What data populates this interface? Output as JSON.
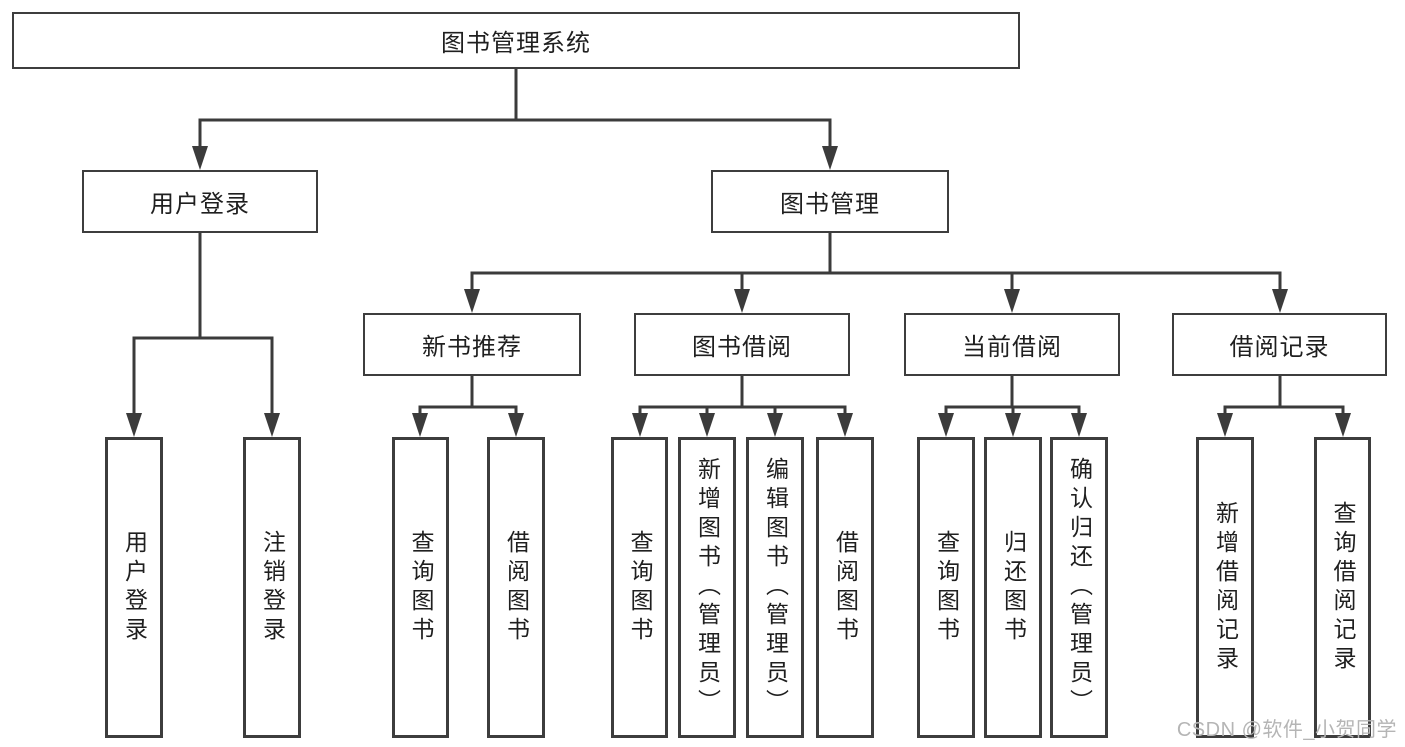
{
  "tree": {
    "label": "图书管理系统",
    "children": [
      {
        "label": "用户登录",
        "children": [
          {
            "label": "用户登录"
          },
          {
            "label": "注销登录"
          }
        ]
      },
      {
        "label": "图书管理",
        "children": [
          {
            "label": "新书推荐",
            "children": [
              {
                "label": "查询图书"
              },
              {
                "label": "借阅图书"
              }
            ]
          },
          {
            "label": "图书借阅",
            "children": [
              {
                "label": "查询图书"
              },
              {
                "label": "新增图书（管理员）"
              },
              {
                "label": "编辑图书（管理员）"
              },
              {
                "label": "借阅图书"
              }
            ]
          },
          {
            "label": "当前借阅",
            "children": [
              {
                "label": "查询图书"
              },
              {
                "label": "归还图书"
              },
              {
                "label": "确认归还（管理员）"
              }
            ]
          },
          {
            "label": "借阅记录",
            "children": [
              {
                "label": "新增借阅记录"
              },
              {
                "label": "查询借阅记录"
              }
            ]
          }
        ]
      }
    ]
  },
  "watermark": "CSDN @软件_小贺同学",
  "colors": {
    "line": "#3b3b3b",
    "box_border": "#3d3d3d",
    "text": "#1f1f1f",
    "watermark": "#b5b5b5",
    "background": "#ffffff"
  }
}
